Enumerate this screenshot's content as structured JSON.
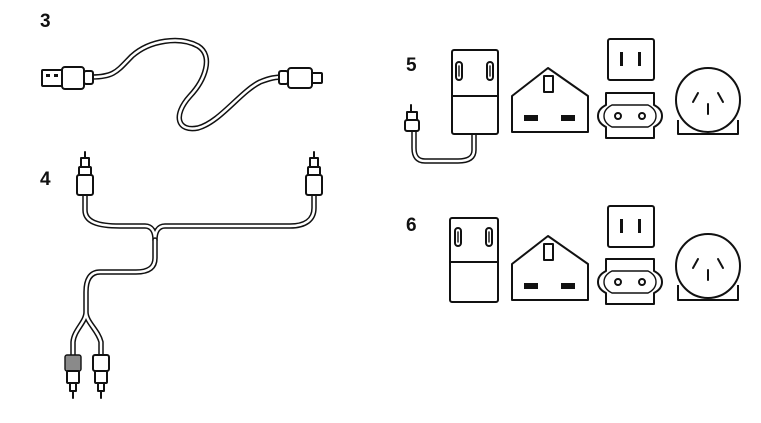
{
  "items": [
    {
      "number": "3",
      "component": "usb-cable"
    },
    {
      "number": "4",
      "component": "rca-y-cable"
    },
    {
      "number": "5",
      "component": "power-adapter-with-cable-and-plugs"
    },
    {
      "number": "6",
      "component": "power-adapter-and-plugs"
    }
  ],
  "colors": {
    "line": "#111111",
    "background": "#ffffff",
    "accent_grey": "#8a8a8a"
  }
}
